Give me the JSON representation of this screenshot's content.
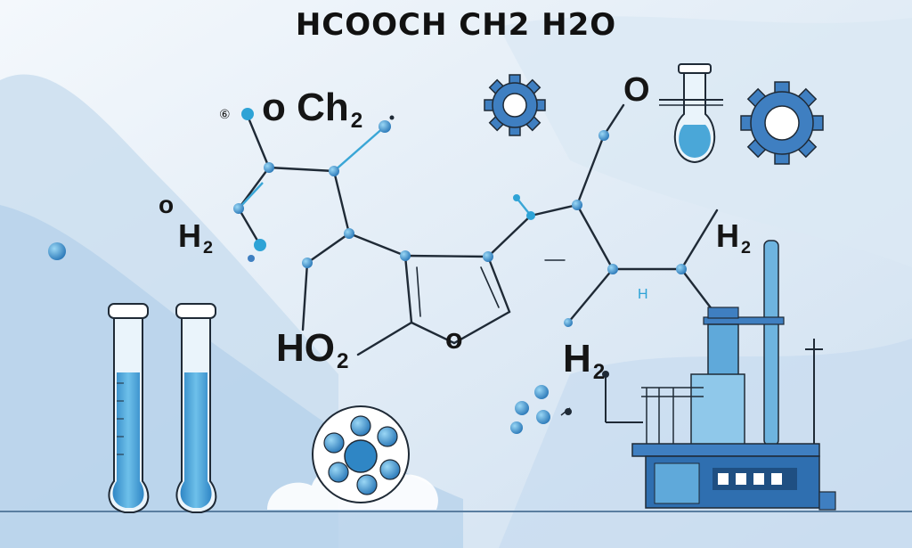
{
  "title": "HCOOCH CH2 H2O",
  "labels": {
    "circled_six": "⑥",
    "och2_main": "o Ch",
    "och2_sub": "2",
    "oh2_o": "o",
    "oh2_h": "H",
    "oh2_sub": "2",
    "ho2_main": "HO",
    "ho2_sub": "2",
    "ring_o": "o",
    "top_o": "O",
    "right_h2_main": "H",
    "right_h2_sub": "2",
    "lower_h2_main": "H",
    "lower_h2_sub": "2",
    "small_h": "H"
  },
  "colors": {
    "background": "#e9f1f9",
    "accent_blue": "#3f7fc1",
    "light_blue": "#86c3ea",
    "bond": "#1f2a36",
    "liquid": "#4aa7d8"
  },
  "icons": [
    "gear-icon",
    "test-tube-icon",
    "flask-icon",
    "factory-icon",
    "molecule-icon"
  ]
}
